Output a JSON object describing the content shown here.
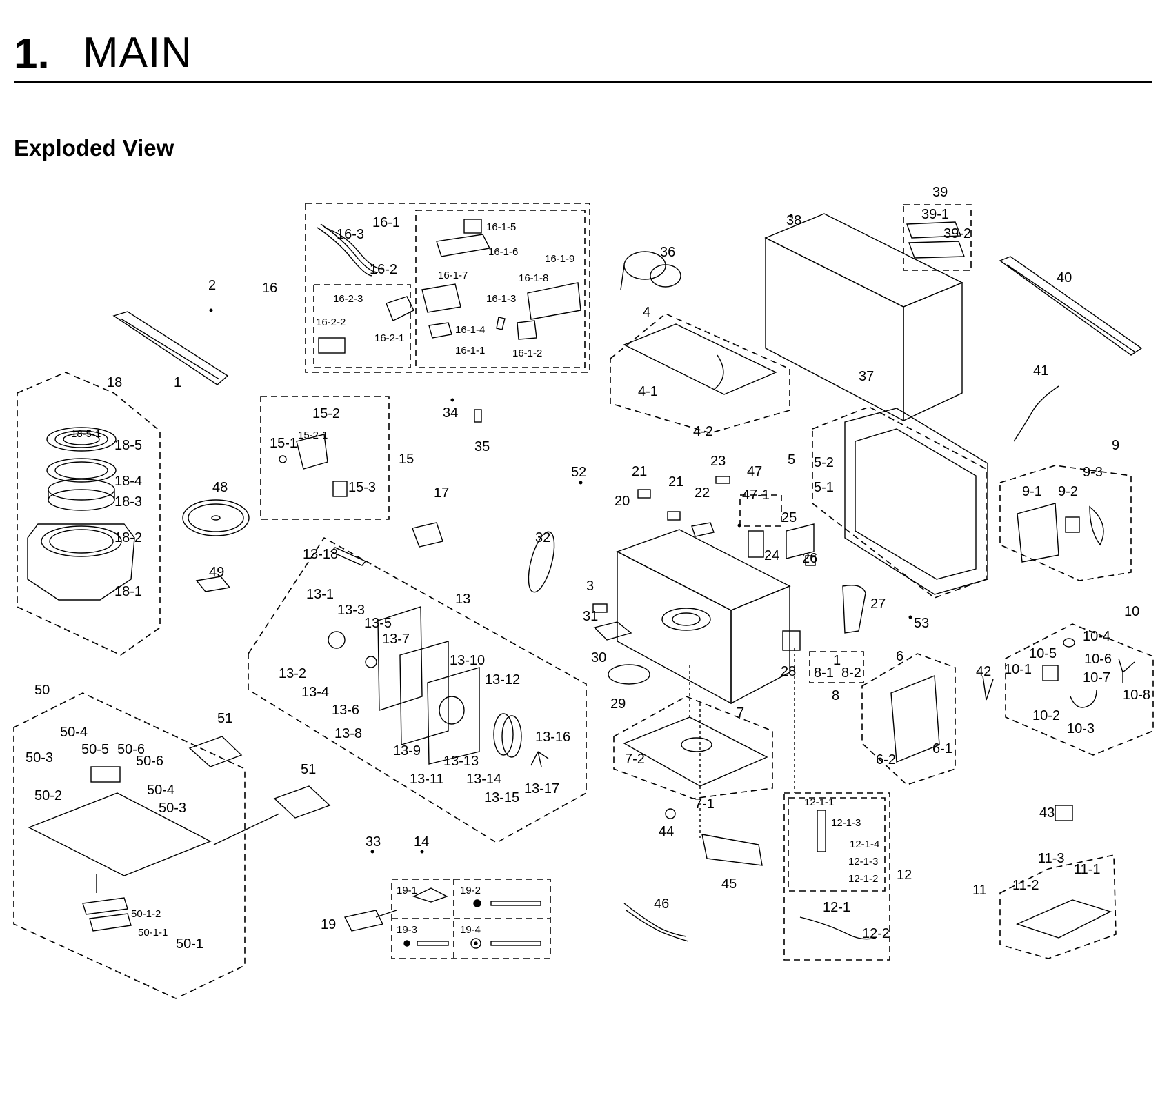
{
  "header": {
    "number": "1.",
    "title": "MAIN",
    "subtitle": "Exploded View"
  },
  "labels": {
    "l1": "1",
    "l2": "2",
    "l3": "3",
    "l4": "4",
    "l4_1": "4-1",
    "l4_2": "4-2",
    "l5": "5",
    "l5_1": "5-1",
    "l5_2": "5-2",
    "l6": "6",
    "l6_1": "6-1",
    "l6_2": "6-2",
    "l7": "7",
    "l7_1": "7-1",
    "l7_2": "7-2",
    "l8": "8",
    "l8_1": "8-1",
    "l8_2": "8-2",
    "l9": "9",
    "l9_1": "9-1",
    "l9_2": "9-2",
    "l9_3": "9-3",
    "l10": "10",
    "l10_1": "10-1",
    "l10_2": "10-2",
    "l10_3": "10-3",
    "l10_4": "10-4",
    "l10_5": "10-5",
    "l10_6": "10-6",
    "l10_7": "10-7",
    "l10_8": "10-8",
    "l11": "11",
    "l11_1": "11-1",
    "l11_2": "11-2",
    "l11_3": "11-3",
    "l12": "12",
    "l12_1": "12-1",
    "l12_2": "12-2",
    "l12_1_1": "12-1-1",
    "l12_1_2": "12-1-2",
    "l12_1_3a": "12-1-3",
    "l12_1_3b": "12-1-3",
    "l12_1_4": "12-1-4",
    "l13": "13",
    "l13_1": "13-1",
    "l13_2": "13-2",
    "l13_3": "13-3",
    "l13_4": "13-4",
    "l13_5": "13-5",
    "l13_6": "13-6",
    "l13_7": "13-7",
    "l13_8": "13-8",
    "l13_9": "13-9",
    "l13_10": "13-10",
    "l13_11": "13-11",
    "l13_12": "13-12",
    "l13_13": "13-13",
    "l13_14": "13-14",
    "l13_15": "13-15",
    "l13_16": "13-16",
    "l13_17": "13-17",
    "l13_18": "13-18",
    "l14": "14",
    "l15": "15",
    "l15_1": "15-1",
    "l15_2": "15-2",
    "l15_2_1": "15-2-1",
    "l15_3": "15-3",
    "l16": "16",
    "l16_1": "16-1",
    "l16_2": "16-2",
    "l16_3": "16-3",
    "l16_1_1": "16-1-1",
    "l16_1_2": "16-1-2",
    "l16_1_3": "16-1-3",
    "l16_1_4": "16-1-4",
    "l16_1_5": "16-1-5",
    "l16_1_6": "16-1-6",
    "l16_1_7": "16-1-7",
    "l16_1_8": "16-1-8",
    "l16_1_9": "16-1-9",
    "l16_2_1": "16-2-1",
    "l16_2_2": "16-2-2",
    "l16_2_3": "16-2-3",
    "l17": "17",
    "l18": "18",
    "l18_1": "18-1",
    "l18_2": "18-2",
    "l18_3": "18-3",
    "l18_4": "18-4",
    "l18_5": "18-5",
    "l18_5_1": "18-5-1",
    "l19": "19",
    "l19_1": "19-1",
    "l19_2": "19-2",
    "l19_3": "19-3",
    "l19_4": "19-4",
    "l20": "20",
    "l21a": "21",
    "l21b": "21",
    "l22": "22",
    "l23": "23",
    "l24": "24",
    "l25": "25",
    "l26": "26",
    "l27": "27",
    "l28": "28",
    "l29": "29",
    "l30": "30",
    "l31": "31",
    "l32": "32",
    "l33": "33",
    "l34": "34",
    "l35": "35",
    "l36": "36",
    "l37": "37",
    "l38": "38",
    "l39": "39",
    "l39_1": "39-1",
    "l39_2": "39-2",
    "l40": "40",
    "l41": "41",
    "l42": "42",
    "l43": "43",
    "l44": "44",
    "l45": "45",
    "l46": "46",
    "l47": "47",
    "l47_1": "47-1",
    "l48": "48",
    "l49": "49",
    "l50": "50",
    "l50_1": "50-1",
    "l50_2": "50-2",
    "l50_3a": "50-3",
    "l50_3b": "50-3",
    "l50_4a": "50-4",
    "l50_4b": "50-4",
    "l50_5": "50-5",
    "l50_6a": "50-6",
    "l50_6b": "50-6",
    "l50_1_1": "50-1-1",
    "l50_1_2": "50-1-2",
    "l51a": "51",
    "l51b": "51",
    "l52": "52",
    "l53": "53"
  }
}
